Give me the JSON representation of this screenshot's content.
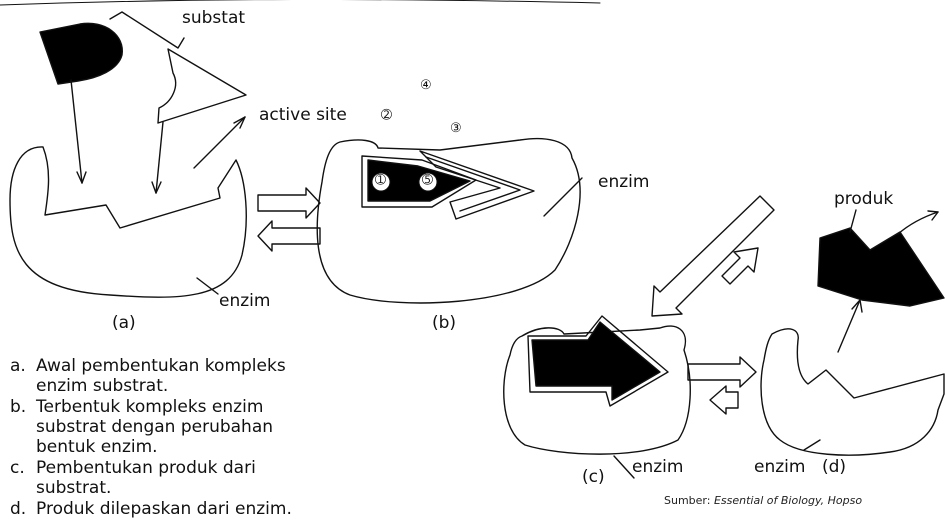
{
  "labels": {
    "substrat": "substat",
    "active_site": "active site",
    "enzim_a": "enzim",
    "enzim_b": "enzim",
    "enzim_c": "enzim",
    "enzim_d": "enzim",
    "produk": "produk"
  },
  "captions": {
    "a": "(a)",
    "b": "(b)",
    "c": "(c)",
    "d": "(d)"
  },
  "markers": [
    "➀",
    "➁",
    "③",
    "④",
    "➄"
  ],
  "steps": [
    {
      "letter": "a.",
      "text": "Awal pembentukan kompleks enzim substrat."
    },
    {
      "letter": "b.",
      "text": "Terbentuk kompleks enzim substrat dengan perubahan bentuk enzim."
    },
    {
      "letter": "c.",
      "text": "Pembentukan produk dari substrat."
    },
    {
      "letter": "d.",
      "text": "Produk dilepaskan dari enzim."
    }
  ],
  "source": {
    "prefix": "Sumber: ",
    "title": "Essential of Biology, Hopso"
  }
}
